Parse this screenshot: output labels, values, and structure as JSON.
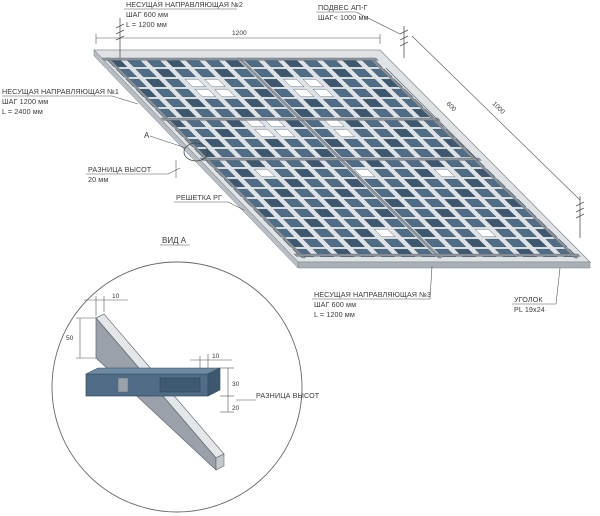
{
  "colors": {
    "cell": "#4f6d86",
    "cellDark": "#3d586e",
    "rail": "#8c939a",
    "railDark": "#5f666d",
    "plate": "#c7ccd1",
    "line": "#555555"
  },
  "labels": {
    "rail2": [
      "НЕСУЩАЯ НАПРАВЛЯЮЩАЯ №2",
      "ШАГ 600 мм",
      "L = 1200  мм"
    ],
    "hanger": [
      "ПОДВЕС АП-Г",
      "ШАГ< 1000 мм"
    ],
    "rail1": [
      "НЕСУЩАЯ НАПРАВЛЯЮЩАЯ №1",
      "ШАГ 1200 мм",
      "L = 2400  мм"
    ],
    "a": "А",
    "heightDiff": [
      "РАЗНИЦА ВЫСОТ",
      "20 мм"
    ],
    "grid": "РЕШЕТКА РГ",
    "viewA": "ВИД А",
    "rail3": [
      "НЕСУЩАЯ НАПРАВЛЯЮЩАЯ №3",
      "ШАГ 600 мм",
      "L = 1200  мм"
    ],
    "corner": [
      "УГОЛОК",
      "PL 19х24"
    ],
    "detailDiff": "РАЗНИЦА ВЫСОТ"
  },
  "dimensions": {
    "top": "1200",
    "diag600": "600",
    "diag1000": "1000",
    "d10a": "10",
    "d50": "50",
    "d10b": "10",
    "d30": "30",
    "d20": "20"
  }
}
